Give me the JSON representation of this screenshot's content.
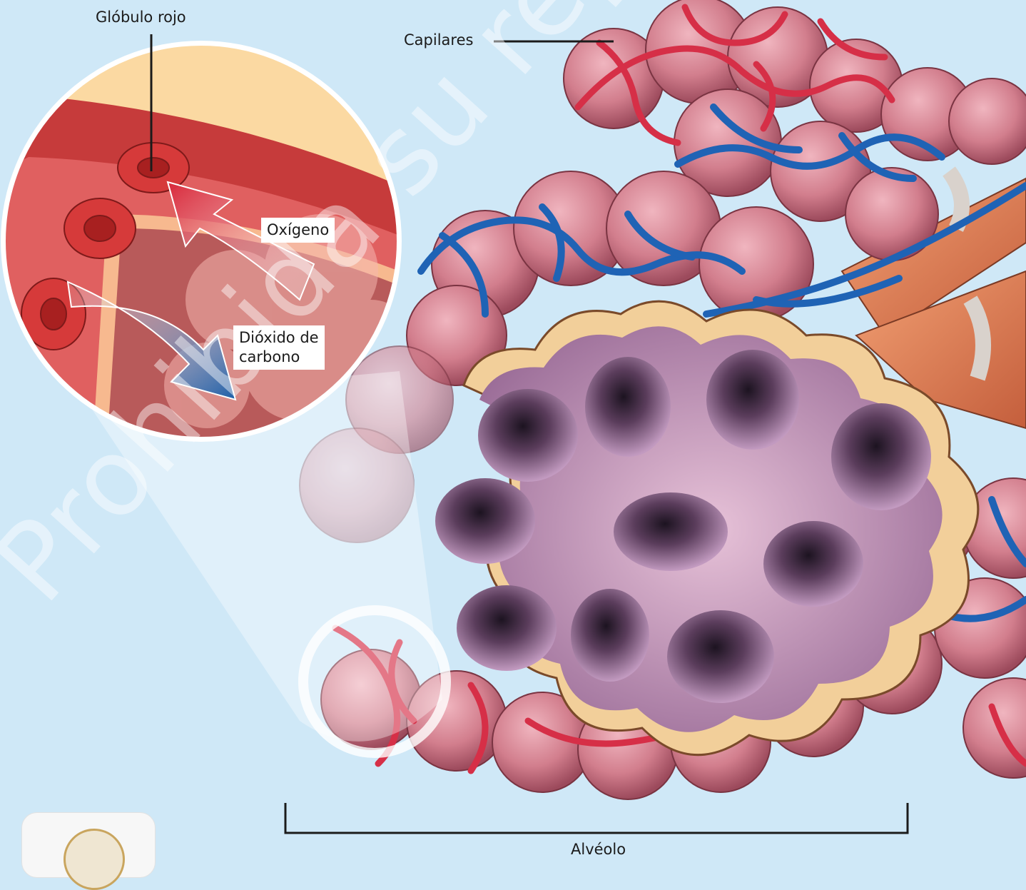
{
  "labels": {
    "red_blood_cell": "Glóbulo rojo",
    "capillaries": "Capilares",
    "oxygen": "Oxígeno",
    "carbon_dioxide_line1": "Dióxido de",
    "carbon_dioxide_line2": "carbono",
    "alveolus": "Alvéolo"
  },
  "watermark": "Prohibida su reproducción",
  "colors": {
    "background": "#cfe8f7",
    "oxygen_arrow": "#d8283a",
    "co2_arrow": "#1d5fa8",
    "artery": "#d62f47",
    "vein": "#1f63b5",
    "alveolus_tissue": "#d58a97",
    "alveolus_cut": "#f2cf9a",
    "alveolus_inner": "#9e6f9b"
  }
}
